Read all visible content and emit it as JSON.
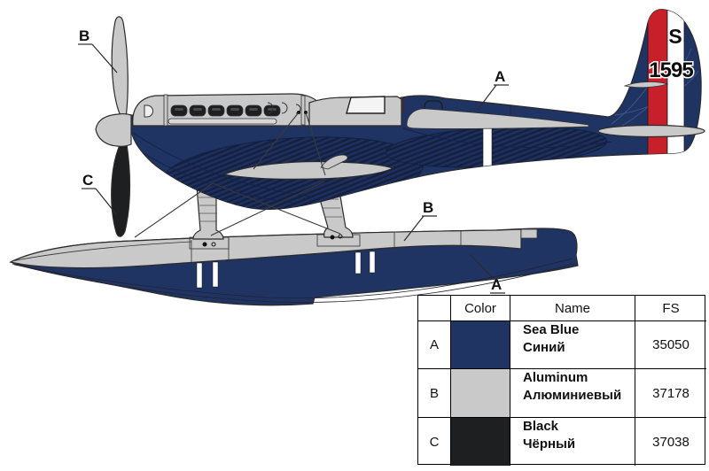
{
  "colors": {
    "sea_blue": "#1f3463",
    "aluminum": "#c9c9c9",
    "black": "#1e1f21",
    "red": "#c8202a",
    "white": "#ffffff"
  },
  "tail": {
    "letter": "S",
    "serial": "1595"
  },
  "callouts": {
    "b_top": "B",
    "c_left": "C",
    "a_top": "A",
    "b_bottom": "B",
    "a_bottom": "A"
  },
  "table": {
    "headers": {
      "letter": "",
      "color": "Color",
      "name": "Name",
      "fs": "FS"
    },
    "rows": [
      {
        "letter": "A",
        "swatch": "#1f3463",
        "name_en": "Sea Blue",
        "name_ru": "Синий",
        "fs": "35050"
      },
      {
        "letter": "B",
        "swatch": "#c9c9c9",
        "name_en": "Aluminum",
        "name_ru": "Алюминиевый",
        "fs": "37178"
      },
      {
        "letter": "C",
        "swatch": "#1e1f21",
        "name_en": "Black",
        "name_ru": "Чёрный",
        "fs": "37038"
      }
    ]
  }
}
